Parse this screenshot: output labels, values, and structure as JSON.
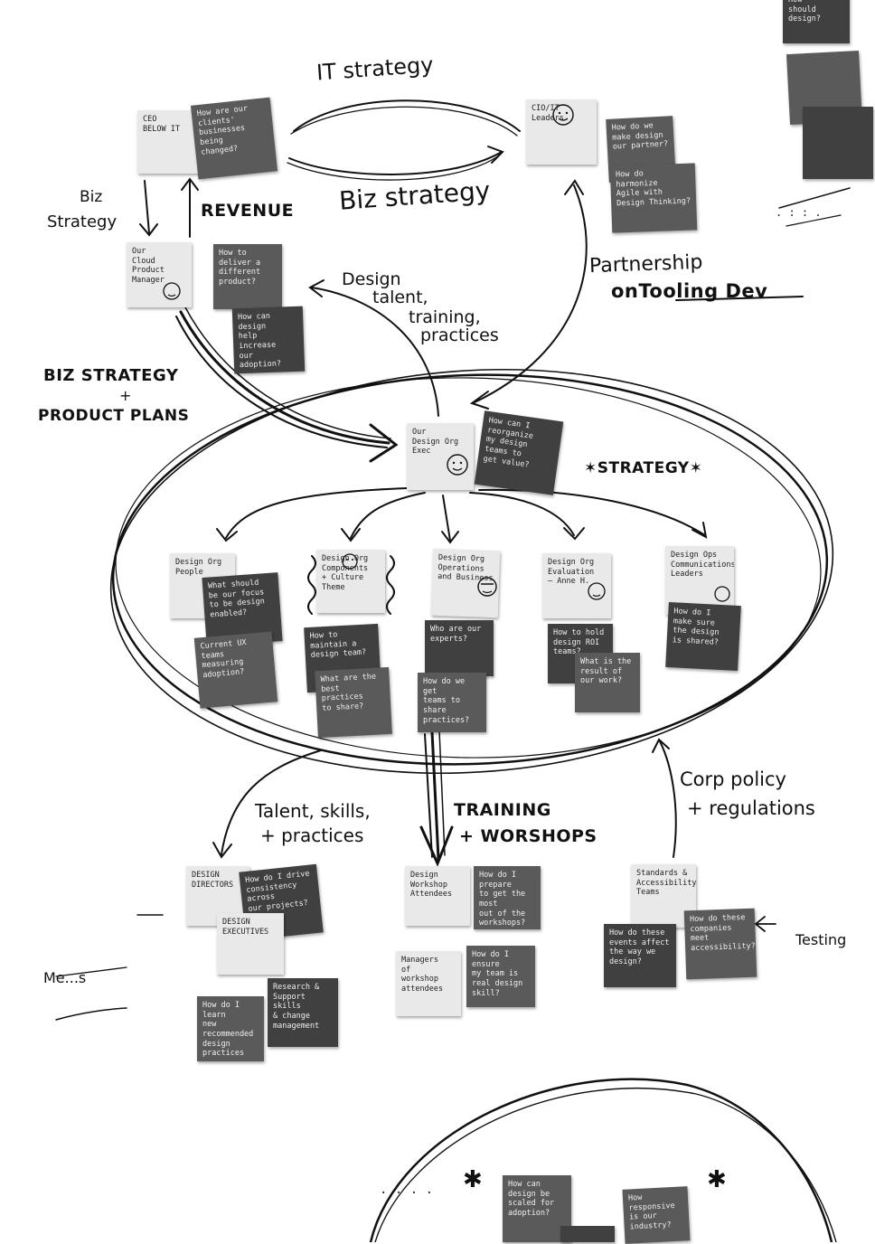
{
  "labels": {
    "it_strategy": "IT strategy",
    "biz_strategy_top": "Biz strategy",
    "biz_strategy_left_1": "Biz",
    "biz_strategy_left_2": "Strategy",
    "revenue": "REVENUE",
    "partnership_1": "Partnership",
    "partnership_2": "onTooling Dev",
    "design_talent_1": "Design",
    "design_talent_2": "talent,",
    "design_talent_3": "training,",
    "design_talent_4": "practices",
    "biz_product_1": "BIZ STRATEGY",
    "biz_product_2": "+",
    "biz_product_3": "PRODUCT PLANS",
    "strategy": "STRATEGY",
    "talent_skills_1": "Talent, skills,",
    "talent_skills_2": "+ practices",
    "training_1": "TRAINING",
    "training_2": "+ WORSHOPS",
    "corp_policy_1": "Corp policy",
    "corp_policy_2": "+ regulations",
    "left_fragment": "Me...s",
    "right_fragment": "Testing"
  },
  "notes": {
    "ceo": "CEO\nBELOW IT",
    "ceo_q": "How are our\nclients'\nbusinesses\nbeing\nchanged?",
    "cio": "CIO/IT\nLeaders",
    "cio_q1": "How do we\nmake design\nour partner?",
    "cio_q2": "How do\nharmonize\nAgile with\nDesign Thinking?",
    "product": "Our\nCloud Product\nManager",
    "product_q": "How to\ndeliver a\ndifferent\nproduct?",
    "product_q2": "How can design\nhelp increase\nour adoption?",
    "center": "Our\nDesign Org\nExec",
    "center_q": "How can I\nreorganize\nmy design\nteams to\nget value?",
    "team1": "Design Org\nPeople",
    "team1_q1": "What should\nbe our focus\nto be design\nenabled?",
    "team1_q2": "Current UX\nteams\nmeasuring\nadoption?",
    "team2": "Design Org\nComponents\n+ Culture\nTheme",
    "team2_q1": "How to\nmaintain a\ndesign team?",
    "team2_q2": "What are the\nbest practices\nto share?",
    "team3": "Design Org\nOperations\nand Business",
    "team3_q1": "Who are our\nexperts?",
    "team3_q2": "How do we get\nteams to share\npractices?",
    "team4": "Design Org\nEvaluation\n— Anne H.",
    "team4_q1": "How to hold\ndesign ROI\nteams?",
    "team4_q2": "What is the\nresult of\nour work?",
    "team5": "Design Ops\nCommunications\nLeaders",
    "team5_q": "How do I\nmake sure\nthe design\nis shared?",
    "bl1": "DESIGN\nDIRECTORS",
    "bl1_q": "How do I drive\nconsistency across\nour projects?",
    "bl2": "DESIGN\nEXECUTIVES",
    "bl3": "How do I learn\nnew\nrecommended\ndesign practices",
    "bl4": "Research &\nSupport skills\n& change\nmanagement",
    "bc1": "Design\nWorkshop\nAttendees",
    "bc1_q": "How do I prepare\nto get the most\nout of the\nworkshops?",
    "bc2": "Managers\nof\nworkshop\nattendees",
    "bc2_q": "How do I ensure\nmy team is\nreal design\nskill?",
    "br1": "Standards &\nAccessibility\nTeams",
    "br1_q": "How do these\nevents affect\nthe way we\ndesign?",
    "br2_q": "How do these\ncompanies\nmeet\naccessibility?",
    "bot1": "How can\ndesign be\nscaled for\nadoption?",
    "bot2": "How\nresponsive\nis our\nindustry?",
    "tr1": "How\nshould\ndesign?"
  }
}
